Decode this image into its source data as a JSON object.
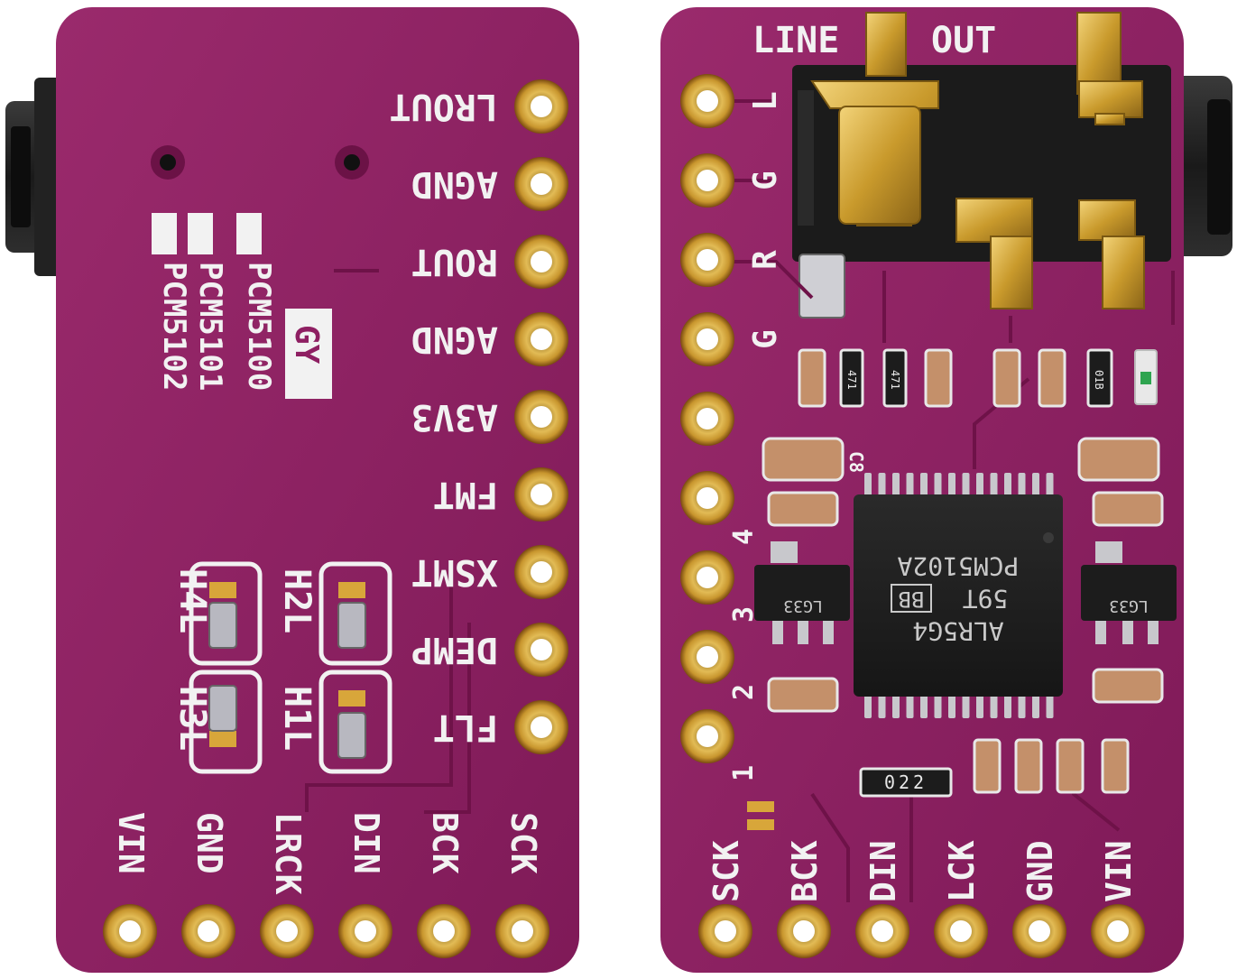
{
  "back_board": {
    "right_pins": [
      "LROUT",
      "AGND",
      "ROUT",
      "AGND",
      "A3V3",
      "FMT",
      "XSMT",
      "DEMP",
      "FLT"
    ],
    "bottom_pins": [
      "VIN",
      "GND",
      "LRCK",
      "DIN",
      "BCK",
      "SCK"
    ],
    "variants": [
      "PCM5100",
      "PCM5101",
      "PCM5102"
    ],
    "logo": "GY",
    "jumpers": {
      "h1": "H1L",
      "h2": "H2L",
      "h3": "H3L",
      "h4": "H4L"
    }
  },
  "front_board": {
    "header_left": "LINE",
    "header_right": "OUT",
    "left_pins": [
      "L",
      "G",
      "R",
      "G"
    ],
    "bottom_pins": [
      "SCK",
      "BCK",
      "DIN",
      "LCK",
      "GND",
      "VIN"
    ],
    "side_numbers": [
      "1",
      "2",
      "3",
      "4"
    ],
    "chip": {
      "line1": "PCM5102A",
      "brand": "BB",
      "line2": "59T",
      "line3": "ALR5G4"
    },
    "regulator_label": "LG33",
    "resistor_codes": [
      "471",
      "471",
      "01B"
    ],
    "resistor_array": "022",
    "cap_label": "C8"
  },
  "colors": {
    "background": "#ffffff",
    "pcb": "#8e1f62",
    "silkscreen": "#f2f2f2",
    "gold": "#c8a032",
    "jack": "#1e1e1e"
  }
}
